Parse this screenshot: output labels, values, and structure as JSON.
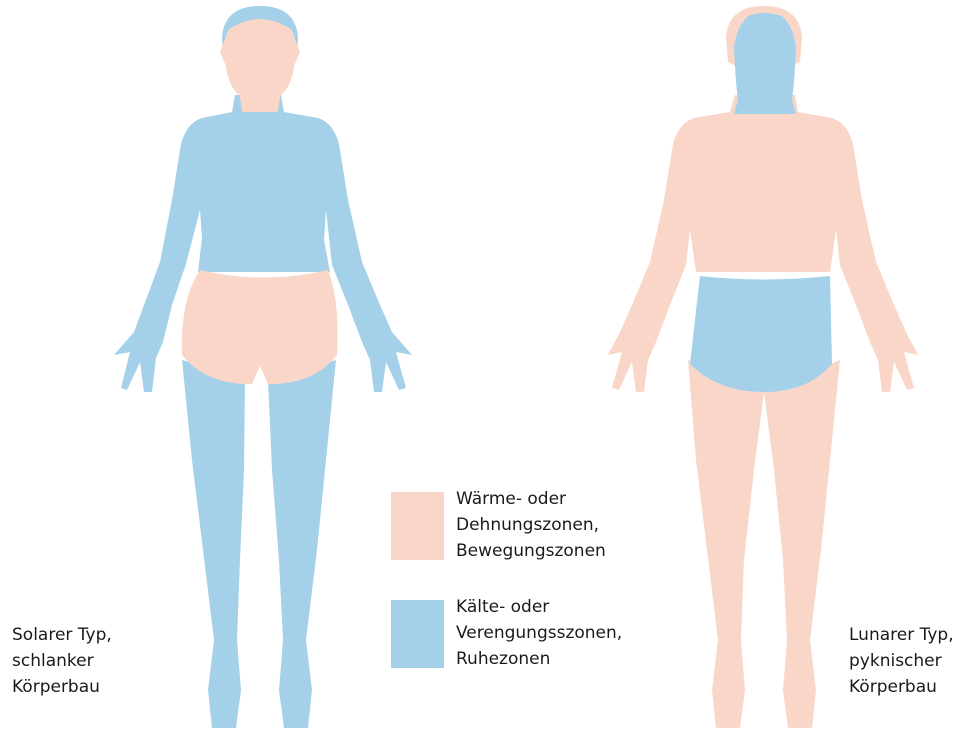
{
  "colors": {
    "warm": "#fad6c8",
    "cold": "#a4d1e9"
  },
  "legend": {
    "warm_label": "Wärme- oder\nDehnungszonen,\nBewegungszonen",
    "cold_label": "Kälte- oder\nVerengungsszonen,\nRuhezonen"
  },
  "figures": {
    "solar": {
      "caption": "Solarer Typ,\nschlanker\nKörperbau",
      "zones": {
        "head": "cold",
        "face": "warm",
        "torso_arms": "cold",
        "hips_thighs": "warm",
        "legs": "cold"
      }
    },
    "lunar": {
      "caption": "Lunarer Typ,\npyknischer\nKörperbau",
      "zones": {
        "head": "warm",
        "face_neck": "cold",
        "torso_arms": "warm",
        "hips": "cold",
        "legs": "warm"
      }
    }
  }
}
